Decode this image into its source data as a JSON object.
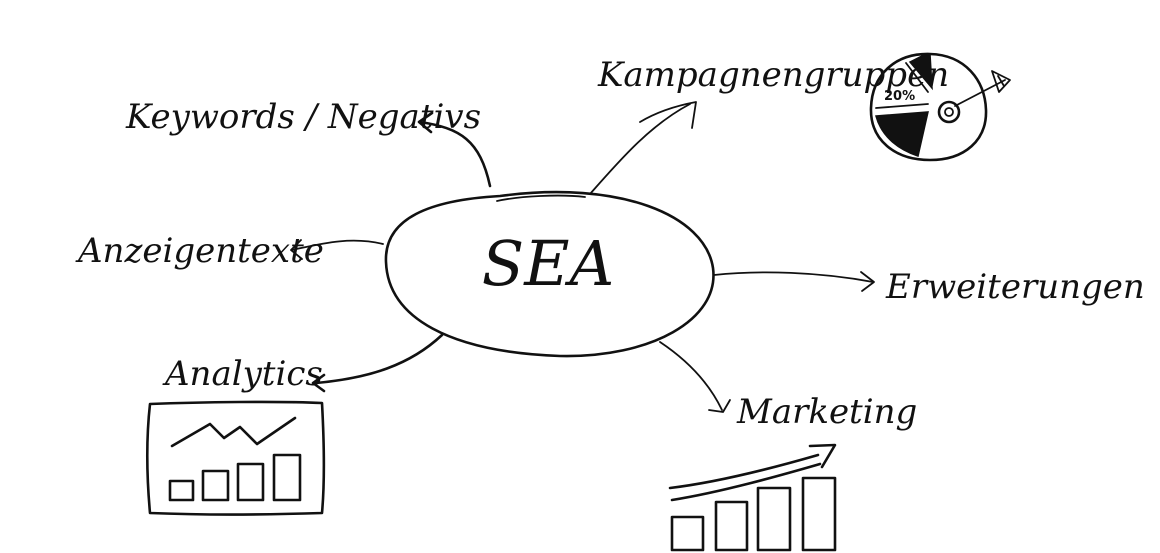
{
  "center": {
    "label": "SEA"
  },
  "nodes": {
    "keywords": "Keywords / Negativs",
    "kampagnen": "Kampagnengruppen",
    "anzeigen": "Anzeigentexte",
    "erweiterungen": "Erweiterungen",
    "analytics": "Analytics",
    "marketing": "Marketing"
  },
  "pie": {
    "percent_label": "20%"
  },
  "colors": {
    "ink": "#111111",
    "background": "#ffffff"
  }
}
